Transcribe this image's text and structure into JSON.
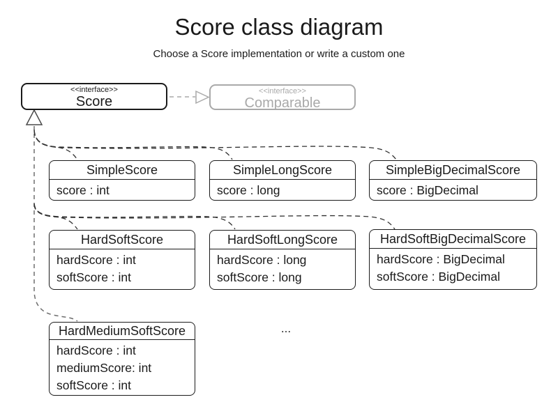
{
  "title": "Score class diagram",
  "subtitle": "Choose a Score implementation or write a custom one",
  "interfaces": [
    {
      "stereotype": "<<interface>>",
      "name": "Score",
      "muted": false
    },
    {
      "stereotype": "<<interface>>",
      "name": "Comparable",
      "muted": true
    }
  ],
  "classes": [
    {
      "name": "SimpleScore",
      "attributes": [
        "score : int"
      ]
    },
    {
      "name": "SimpleLongScore",
      "attributes": [
        "score : long"
      ]
    },
    {
      "name": "SimpleBigDecimalScore",
      "attributes": [
        "score : BigDecimal"
      ]
    },
    {
      "name": "HardSoftScore",
      "attributes": [
        "hardScore : int",
        "softScore : int"
      ]
    },
    {
      "name": "HardSoftLongScore",
      "attributes": [
        "hardScore : long",
        "softScore : long"
      ]
    },
    {
      "name": "HardSoftBigDecimalScore",
      "attributes": [
        "hardScore : BigDecimal",
        "softScore : BigDecimal"
      ]
    },
    {
      "name": "HardMediumSoftScore",
      "attributes": [
        "hardScore : int",
        "mediumScore: int",
        "softScore : int"
      ]
    }
  ],
  "ellipsis": "...",
  "icons": {
    "inheritance_arrowhead": "hollow-triangle-up",
    "realization_arrowhead": "hollow-triangle-right"
  },
  "colors": {
    "ink": "#1a1a1a",
    "muted": "#a9a9a9",
    "connector": "#303030",
    "trunk": "#6e6e6e",
    "background": "#ffffff"
  }
}
